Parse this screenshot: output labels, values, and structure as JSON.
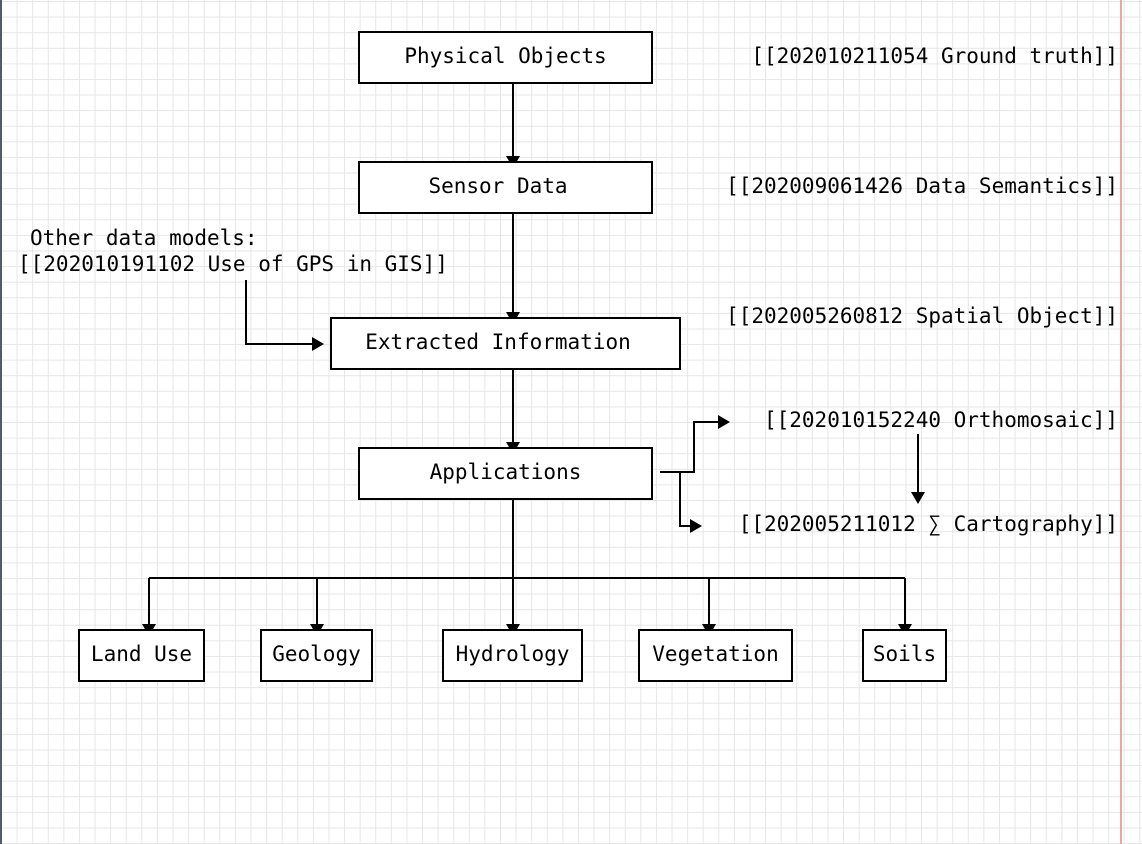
{
  "nodes": {
    "physical_objects": "Physical Objects",
    "sensor_data": "Sensor Data",
    "extracted_information": "Extracted Information",
    "applications": "Applications",
    "land_use": "Land Use",
    "geology": "Geology",
    "hydrology": "Hydrology",
    "vegetation": "Vegetation",
    "soils": "Soils"
  },
  "links": {
    "ground_truth": "[[202010211054 Ground truth]]",
    "data_semantics": "[[202009061426 Data Semantics]]",
    "spatial_object": "[[202005260812 Spatial Object]]",
    "orthomosaic": "[[202010152240 Orthomosaic]]",
    "cartography": "[[202005211012 ∑ Cartography]]",
    "other_models_heading": "Other data models:",
    "gps_in_gis": "[[202010191102 Use of GPS in GIS]]"
  }
}
